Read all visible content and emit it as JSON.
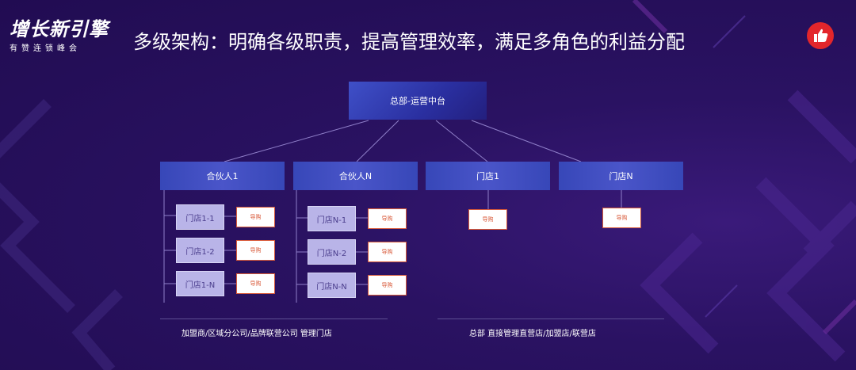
{
  "header": {
    "logo_main": "增长新引擎",
    "logo_sub": "有赞连锁峰会",
    "title": "多级架构：明确各级职责，提高管理效率，满足多角色的利益分配",
    "like_icon": "thumbs-up-icon"
  },
  "org": {
    "root": "总部-运营中台",
    "branches": [
      {
        "label": "合伙人1",
        "stores": [
          "门店1-1",
          "门店1-2",
          "门店1-N"
        ],
        "guide": "导购"
      },
      {
        "label": "合伙人N",
        "stores": [
          "门店N-1",
          "门店N-2",
          "门店N-N"
        ],
        "guide": "导购"
      },
      {
        "label": "门店1",
        "stores": [],
        "guide": "导购"
      },
      {
        "label": "门店N",
        "stores": [],
        "guide": "导购"
      }
    ]
  },
  "footer": {
    "left_note": "加盟商/区域分公司/品牌联营公司 管理门店",
    "right_note": "总部 直接管理直营店/加盟店/联营店"
  },
  "colors": {
    "background": "#240f5a",
    "accent_red": "#e3262b",
    "box_blue": "#3f50c8",
    "store_lavender": "#b9b4e8",
    "guide_border": "#d85a3a"
  }
}
